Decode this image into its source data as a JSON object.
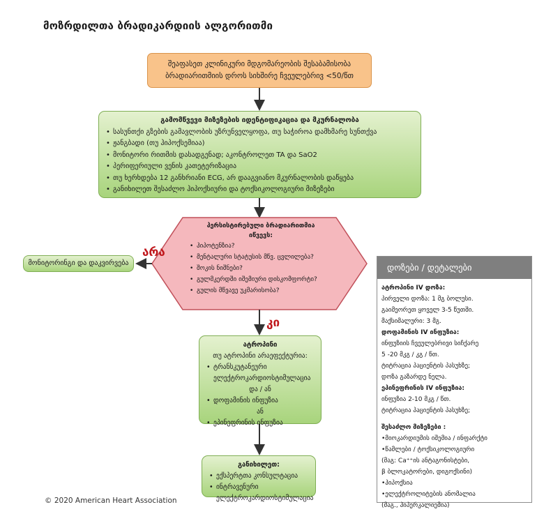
{
  "title": "მოზრდილთა ბრადიკარდიის ალგორითმი",
  "assess_box": {
    "line1": "შეაფასეთ კლინიკური მდგომარეობის შესაბამისობა",
    "line2": "ბრადიარითმიის  დროს სიხშირე ჩვეულებრივ  <50/წთ"
  },
  "identify_box": {
    "heading": "გამომწვევი მიზეზების იდენტიფიკაცია  და მკურნალობა",
    "items": [
      "სასუნთქი გზების გამავლობის უზრუნველყოფა, თუ საჭიროა დამხმარე სუნთქვა",
      "ჟანგბადი (თუ ჰიპოქსემიაა)",
      "მონიტორი რითმის დასადგენად; აკონტროლეთ TA და SaO2",
      "პერიფერიული ვენის კათეტერიზაცია",
      "თუ ხერხდება 12 განხრიანი ECG, არ დააგვიანო მკურნალობის დაწყება",
      "განიხილეთ შესაძლო  ჰიპოქსიური და ტოქსიკოლოგიური  მიზეზები"
    ]
  },
  "decision": {
    "heading_line1": "პერსისტირებული ბრადიარითმია",
    "heading_line2": "იწვევს:",
    "items": [
      "ჰიპოტენზია?",
      "მენტალური სტატუსის მწვ. ცვლილება?",
      "შოკის ნიშნები?",
      "გულმკერდში იშემიური დისკომფორტი?",
      "გულის მწვავე უკმარისობა?"
    ]
  },
  "no_label": "არა",
  "yes_label": "კი",
  "monitor_box": "მონიტორინგი და  დაკვირვება",
  "atropine_box": {
    "heading": "ატროპინი",
    "subheading": "თუ ატროპინი არაეფექტურია:",
    "item1": "ტრანსკუტანეური ელექტროკარდიოსტიმულაცია",
    "or1": "და / ან",
    "item2": "დოფამინის ინფუზია",
    "or2": "ან",
    "item3": "ეპინეფრინის ინფუზია"
  },
  "consider_box": {
    "heading": "განიხილეთ:",
    "items": [
      "ექსპერტთა კონსულტაცია",
      "ინტრავენური ელექტროკარდიოსტიმულაცია"
    ]
  },
  "copyright": "© 2020 American Heart Association",
  "doses_panel": {
    "header": "დოზები / დეტალები",
    "atropine_title": "ატროპინი IV დოზა:",
    "atropine_lines": [
      "პირველი დოზა: 1 მგ ბოლუსი.",
      "გაიმეორეთ ყოველ 3-5 წუთში.",
      "მაქსიმალური: 3 მგ."
    ],
    "dopamine_title": "დოფამინის IV ინფუზია:",
    "dopamine_lines": [
      "ინფუზიის ჩვეულებრივი სიჩქარე",
      "5 -20 მკგ / კგ / წთ.",
      "ტიტრაცია პაციენტის პასუხზე;",
      "დოზა გაზარდე ნელა."
    ],
    "epinephrine_title": "ეპინეფრინის  IV ინფუზია:",
    "epinephrine_lines": [
      "ინფუზია 2-10 მკგ / წთ.",
      "ტიტრაცია პაციენტის პასუხზე;"
    ],
    "causes_title": "შესაძლო მიზეზები :",
    "causes_lines": [
      "•მიოკარდიუმის იშემია / ინფარქტი",
      "•წამლები / ტოქსიკოლოგიური",
      " (მაგ: Ca⁺⁺ის ანტაგონისტები,",
      " β ბლოკატორები, დიგოქსინი)",
      "•ჰიპოქსია",
      "•ელექტროლიტების ანომალია",
      " (მაგ., ჰიპერკალიემია)"
    ]
  }
}
